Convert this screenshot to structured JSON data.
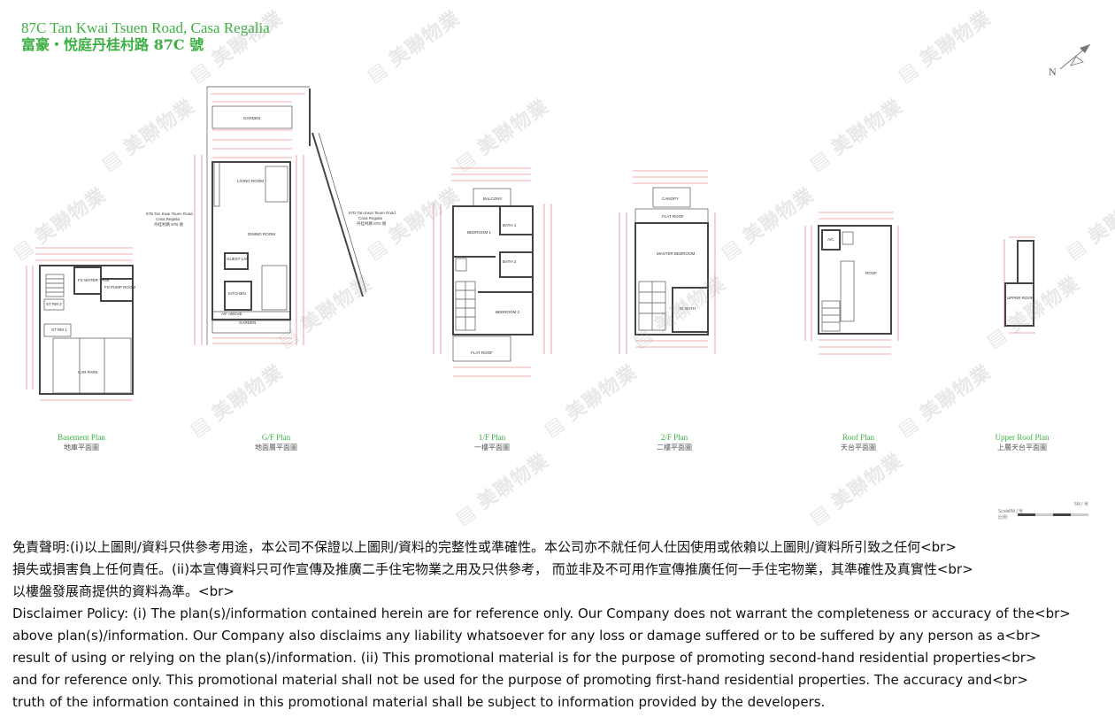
{
  "title": {
    "en": "87C Tan Kwai Tsuen Road, Casa Regalia",
    "zh": "富豪・悅庭丹桂村路 87C 號"
  },
  "compass": {
    "label": "N",
    "icon": "north-arrow-icon"
  },
  "watermark": {
    "text": "美聯物業"
  },
  "plans": [
    {
      "id": "basement",
      "en": "Basement Plan",
      "zh": "地庫平面圖",
      "rooms": [
        "FS WATER TANK",
        "FS PUMP ROOM",
        "ST RM 2",
        "ST RM 1",
        "CAR PARK"
      ]
    },
    {
      "id": "gf",
      "en": "G/F Plan",
      "zh": "地面層平面圖",
      "rooms": [
        "GARDEN",
        "LIVING ROOM",
        "DINING ROOM",
        "GUEST LAV",
        "KITCHEN",
        "A/F ABOVE",
        "GARDEN"
      ],
      "neighbour_left": [
        "87B Tan Kwai Tsuen Road",
        "Casa Regalia",
        "丹桂村路 87B 號"
      ],
      "neighbour_right": [
        "87D Tan Kwai Tsuen Road",
        "Casa Regalia",
        "丹桂村路 87D 號"
      ]
    },
    {
      "id": "1f",
      "en": "1/F Plan",
      "zh": "一樓平面圖",
      "rooms": [
        "BALCONY",
        "BEDROOM 1",
        "BATH 1",
        "BATH 2",
        "BEDROOM 2",
        "FLAT ROOF"
      ]
    },
    {
      "id": "2f",
      "en": "2/F Plan",
      "zh": "二樓平面圖",
      "rooms": [
        "CANOPY",
        "FLAT ROOF",
        "MASTER BEDROOM",
        "M. BATH"
      ]
    },
    {
      "id": "roof",
      "en": "Roof Plan",
      "zh": "天台平面圖",
      "rooms": [
        "A/C",
        "ROOF"
      ]
    },
    {
      "id": "upper-roof",
      "en": "Upper Roof Plan",
      "zh": "上層天台平面圖",
      "rooms": [
        "UPPER ROOF"
      ]
    }
  ],
  "scale": {
    "left": "0M / 米",
    "right": "5M / 米",
    "label_en": "Scale:",
    "label_zh": "比例:"
  },
  "disclaimer": {
    "zh_lines": [
      "免責聲明:(i)以上圖則/資料只供參考用途，本公司不保證以上圖則/資料的完整性或準確性。本公司亦不就任何人仕因使用或依賴以上圖則/資料所引致之任何<br>",
      "損失或損害負上任何責任。(ii)本宣傳資料只可作宣傳及推廣二手住宅物業之用及只供參考， 而並非及不可用作宣傳推廣任何一手住宅物業，其準確性及真實性<br>",
      "以樓盤發展商提供的資料為準。<br>"
    ],
    "en_lines": [
      "Disclaimer Policy: (i) The plan(s)/information contained herein are for reference only. Our Company does not warrant the completeness or accuracy of the<br>",
      "above plan(s)/information. Our Company also disclaims any liability whatsoever for any loss or damage suffered or to be suffered by any person as a<br>",
      "result of using or relying on the plan(s)/information. (ii) This promotional material is for the purpose of promoting second-hand residential properties<br>",
      "and for reference only. This promotional material shall not be used for the purpose of promoting first-hand residential properties. The accuracy and<br>",
      "truth of the information contained in this promotional material shall be subject to information provided by the developers."
    ]
  }
}
